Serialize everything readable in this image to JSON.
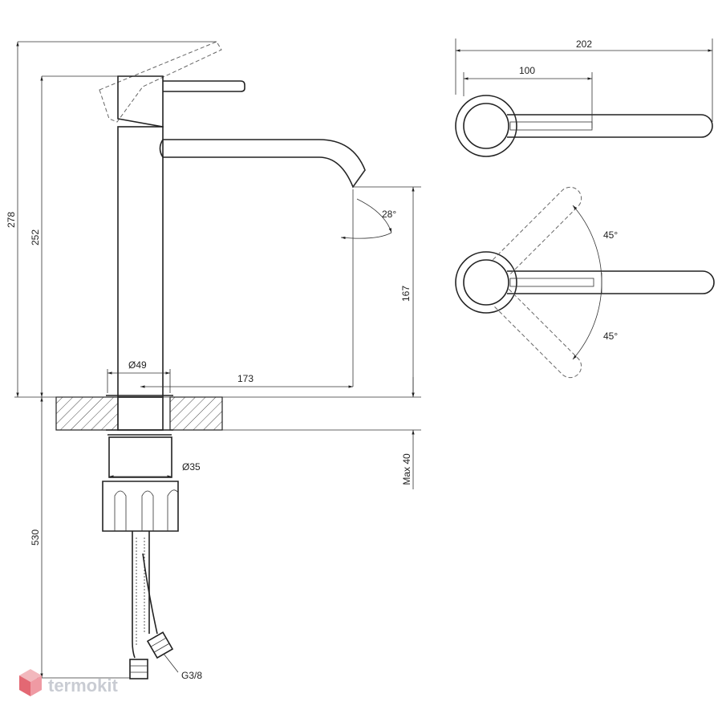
{
  "dimensions": {
    "total_height": "278",
    "body_height": "252",
    "spout_height": "167",
    "base_diameter": "Ø49",
    "spout_reach": "173",
    "spout_angle": "28°",
    "counter_thickness": "Max 40",
    "shank_diameter": "Ø35",
    "hose_length": "530",
    "hose_thread": "G3/8",
    "top_view_total_length": "202",
    "top_view_lever_length": "100",
    "lever_rotation_up": "45°",
    "lever_rotation_down": "45°"
  },
  "logo": {
    "text": "termokit",
    "colors": {
      "cube_top": "#f2b8bd",
      "cube_left": "#e36873",
      "cube_right": "#ef9aa3"
    }
  }
}
